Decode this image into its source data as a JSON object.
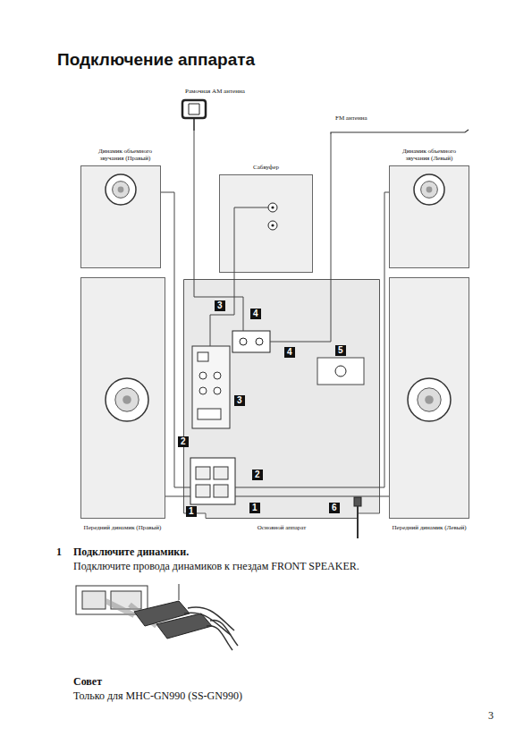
{
  "diagram": {
    "title": "Подключение аппарата",
    "nodes": [
      {
        "text": [
          "Рамочная АМ антенна"
        ]
      },
      {
        "text": [
          "FM антенна"
        ]
      },
      {
        "text": [
          "Динамик объемного звучания (Правый)"
        ]
      },
      {
        "text": [
          "Сабвуфер"
        ]
      },
      {
        "text": [
          "Динамик объемного звучания (Левый)"
        ]
      },
      {
        "text": [
          "Передний динамик (Правый)"
        ]
      },
      {
        "text": [
          "Основной аппарат"
        ]
      },
      {
        "text": [
          "Передний динамик (Левый)"
        ]
      }
    ],
    "edges": [
      {
        "from": 0,
        "to": 6,
        "arrow": "none"
      },
      {
        "from": 1,
        "to": 6,
        "arrow": "none"
      },
      {
        "from": 2,
        "to": 6,
        "arrow": "none"
      },
      {
        "from": 3,
        "to": 6,
        "arrow": "none"
      },
      {
        "from": 4,
        "to": 6,
        "arrow": "none"
      },
      {
        "from": 5,
        "to": 6,
        "arrow": "none"
      },
      {
        "from": 7,
        "to": 6,
        "arrow": "none"
      }
    ],
    "labels": [
      "3",
      "4",
      "4",
      "5",
      "3",
      "2",
      "2",
      "1",
      "1",
      "6",
      "1",
      "Подключите динамики.",
      "Подключите провода динамиков к гнездам FRONT SPEAKER.",
      "Совет",
      "Только для MHC-GN990 (SS-GN990)",
      "3"
    ]
  }
}
